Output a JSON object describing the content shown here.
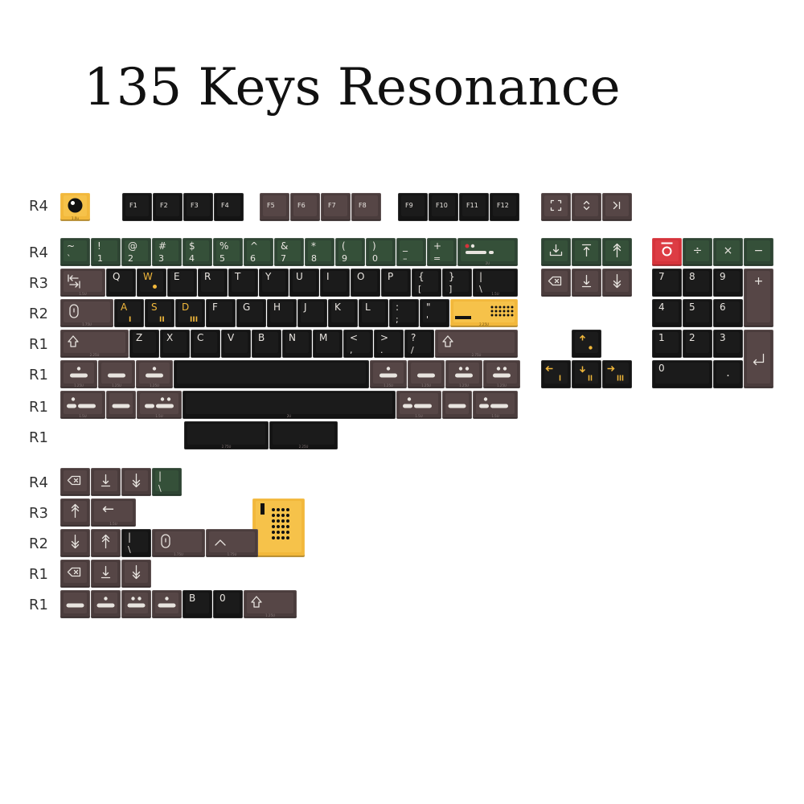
{
  "title": "135 Keys Resonance",
  "colors": {
    "black": "#141414",
    "brown": "#4a3c3c",
    "green": "#2e4433",
    "yellow": "#f2b83b",
    "red": "#d6333b",
    "legend_light": "#e8e4df",
    "legend_yellow": "#f2b83b",
    "legend_dark": "#111111"
  },
  "row_labels": [
    "R4",
    "R4",
    "R3",
    "R2",
    "R1",
    "R1",
    "R1",
    "R1",
    "R4",
    "R3",
    "R2",
    "R1",
    "R1"
  ],
  "legends": {
    "f1": "F1",
    "f2": "F2",
    "f3": "F3",
    "f4": "F4",
    "f5": "F5",
    "f6": "F6",
    "f7": "F7",
    "f8": "F8",
    "f9": "F9",
    "f10": "F10",
    "f11": "F11",
    "f12": "F12",
    "tilde": "~",
    "backtick": "`",
    "n1s": "!",
    "n1": "1",
    "n2s": "@",
    "n2": "2",
    "n3s": "#",
    "n3": "3",
    "n4s": "$",
    "n4": "4",
    "n5s": "%",
    "n5": "5",
    "n6s": "^",
    "n6": "6",
    "n7s": "&",
    "n7": "7",
    "n8s": "*",
    "n8": "8",
    "n9s": "(",
    "n9": "9",
    "n0s": ")",
    "n0": "0",
    "minus_s": "_",
    "minus": "–",
    "plus_s": "+",
    "plus": "=",
    "q": "Q",
    "w": "W",
    "e": "E",
    "r": "R",
    "t": "T",
    "y": "Y",
    "u": "U",
    "i": "I",
    "o": "O",
    "p": "P",
    "lbrace": "{",
    "lbracket": "[",
    "rbrace": "}",
    "rbracket": "]",
    "pipe": "|",
    "backslash": "\\",
    "a": "A",
    "s": "S",
    "d": "D",
    "f": "F",
    "g": "G",
    "h": "H",
    "j": "J",
    "k": "K",
    "l": "L",
    "colon": ":",
    "semicolon": ";",
    "quote": "\"",
    "apos": "'",
    "z": "Z",
    "x": "X",
    "c": "C",
    "v": "V",
    "b": "B",
    "n": "N",
    "m": "M",
    "lt": "<",
    "comma": ",",
    "gt": ">",
    "period": ".",
    "qmark": "?",
    "slash": "/",
    "np7": "7",
    "np8": "8",
    "np9": "9",
    "np4": "4",
    "np5": "5",
    "np6": "6",
    "np1": "1",
    "np2": "2",
    "np3": "3",
    "np0": "0",
    "npdot": ".",
    "npdiv": "÷",
    "npmul": "×",
    "npminus": "−",
    "npplus": "+",
    "extra_b": "B",
    "extra_0": "0",
    "arrow_left": "←",
    "sub_i": "I",
    "sub_ii": "II",
    "sub_iii": "III",
    "size_1u": "1.0u",
    "size_125": "1.25U",
    "size_15": "1.5U",
    "size_175": "1.75U",
    "size_2": "2U",
    "size_225": "2.25U",
    "size_275": "2.75U"
  }
}
